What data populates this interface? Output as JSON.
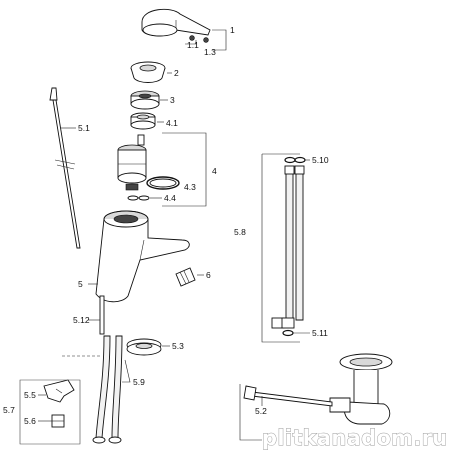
{
  "labels": {
    "p1": "1",
    "p1_1": "1.1",
    "p1_3": "1.3",
    "p2": "2",
    "p3": "3",
    "p4_1": "4.1",
    "p4": "4",
    "p4_3": "4.3",
    "p4_4": "4.4",
    "p5_1": "5.1",
    "p5": "5",
    "p6": "6",
    "p5_12": "5.12",
    "p5_3": "5.3",
    "p5_9": "5.9",
    "p5_5": "5.5",
    "p5_6": "5.6",
    "p5_7": "5.7",
    "p5_10": "5.10",
    "p5_8": "5.8",
    "p5_11": "5.11",
    "p5_2": "5.2"
  },
  "watermark": "plitkanadom.ru"
}
